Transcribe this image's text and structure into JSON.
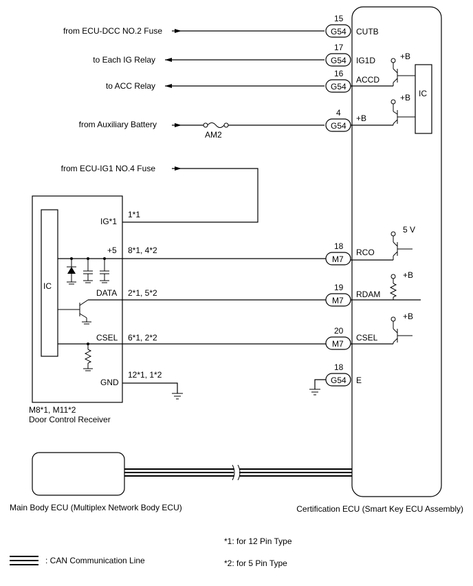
{
  "inputs": {
    "cutb_src": "from ECU-DCC NO.2 Fuse",
    "ig1d_dst": "to Each IG Relay",
    "accd_dst": "to ACC Relay",
    "aux_src": "from Auxiliary Battery",
    "ig1_src": "from ECU-IG1 NO.4 Fuse",
    "fuse": "AM2"
  },
  "cert_ecu": {
    "name": "Certification ECU (Smart Key ECU Assembly)",
    "ic": "IC",
    "pins": [
      {
        "num": "15",
        "conn": "G54",
        "sig": "CUTB"
      },
      {
        "num": "17",
        "conn": "G54",
        "sig": "IG1D"
      },
      {
        "num": "16",
        "conn": "G54",
        "sig": "ACCD"
      },
      {
        "num": "4",
        "conn": "G54",
        "sig": "+B"
      },
      {
        "num": "18",
        "conn": "M7",
        "sig": "RCO"
      },
      {
        "num": "19",
        "conn": "M7",
        "sig": "RDAM"
      },
      {
        "num": "20",
        "conn": "M7",
        "sig": "CSEL"
      },
      {
        "num": "18",
        "conn": "G54",
        "sig": "E"
      }
    ],
    "supplies": [
      "+B",
      "+B",
      "5 V",
      "+B",
      "+B"
    ]
  },
  "receiver": {
    "id": "M8*1, M11*2",
    "name": "Door Control Receiver",
    "ic": "IC",
    "pins": [
      {
        "sig": "IG*1",
        "num": "1*1"
      },
      {
        "sig": "+5",
        "num": "8*1, 4*2"
      },
      {
        "sig": "DATA",
        "num": "2*1, 5*2"
      },
      {
        "sig": "CSEL",
        "num": "6*1, 2*2"
      },
      {
        "sig": "GND",
        "num": "12*1, 1*2"
      }
    ]
  },
  "main_body_ecu": "Main Body ECU (Multiplex Network Body ECU)",
  "legend": {
    "can": ": CAN Communication Line",
    "note1": "*1: for 12 Pin Type",
    "note2": "*2: for 5 Pin Type"
  }
}
